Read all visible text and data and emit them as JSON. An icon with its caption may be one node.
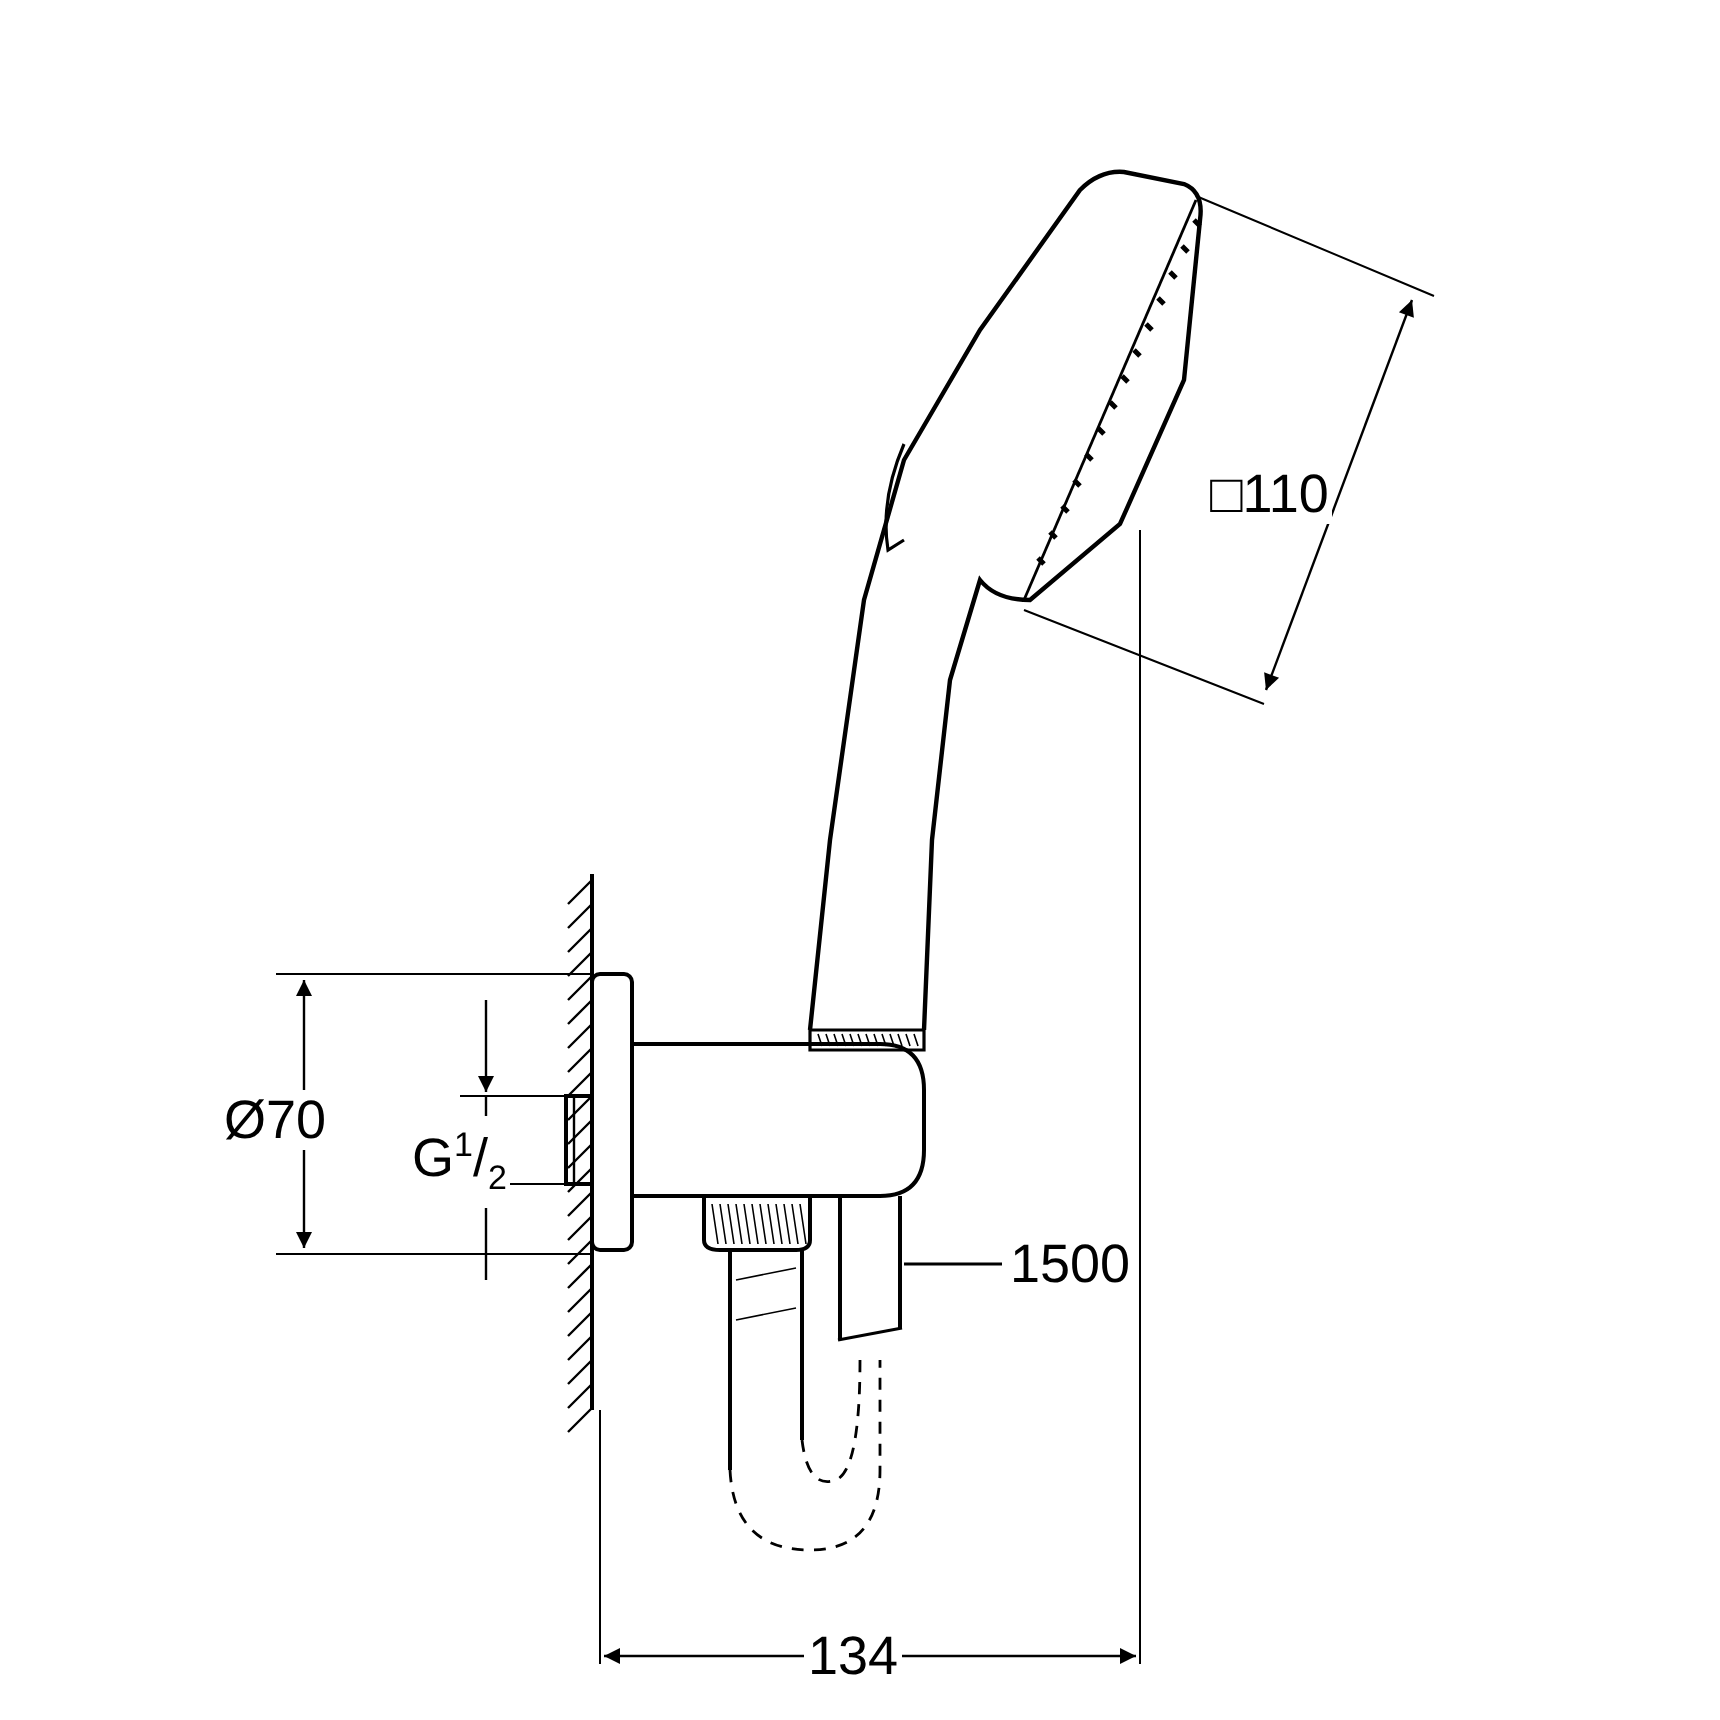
{
  "diagram": {
    "nodes": [
      {
        "text": [
          "1500"
        ]
      },
      {
        "text": [],
        "shape": "picture"
      }
    ],
    "edges": [
      {
        "from": 0,
        "to": 1,
        "arrow": "none"
      }
    ],
    "labels": [
      "□110",
      "Ø70",
      "G$^{1}$/$_{2}$",
      "134"
    ]
  }
}
